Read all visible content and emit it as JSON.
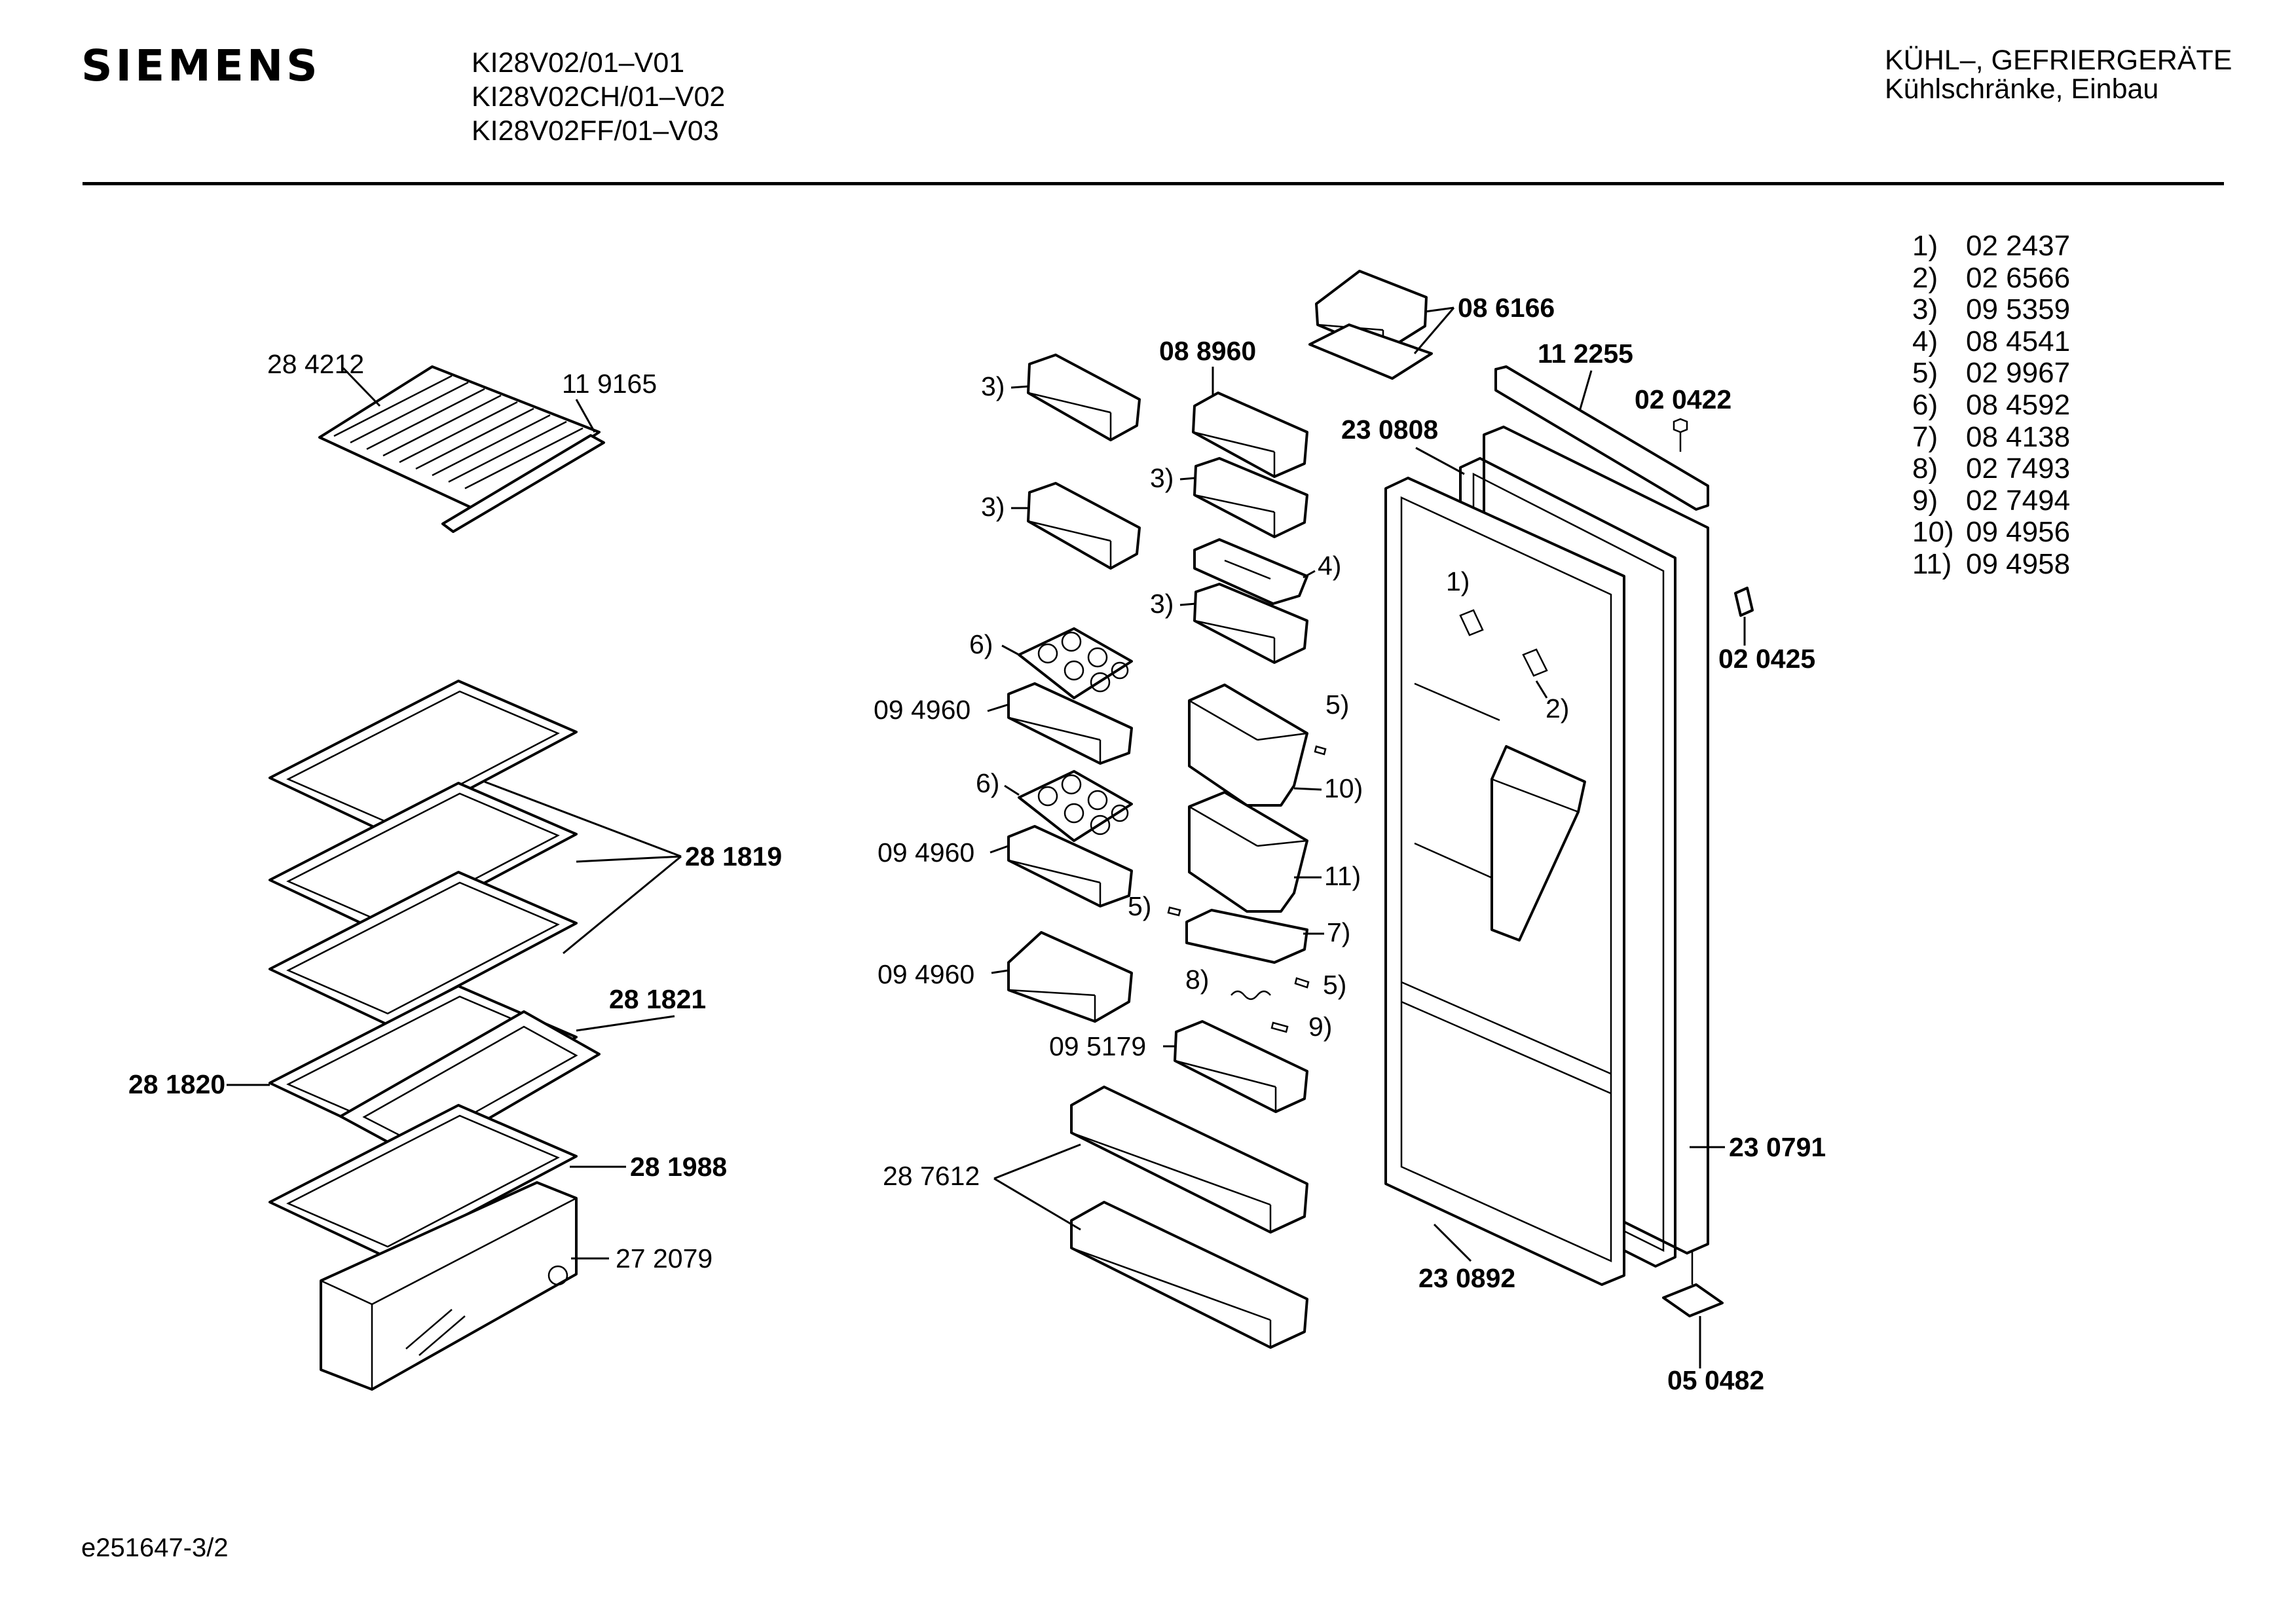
{
  "header": {
    "brand": "SIEMENS",
    "models": [
      "KI28V02/01–V01",
      "KI28V02CH/01–V02",
      "KI28V02FF/01–V03"
    ],
    "category": "KÜHL–, GEFRIERGERÄTE",
    "subcategory": "Kühlschränke, Einbau"
  },
  "legend": [
    {
      "index": "1)",
      "part": "02 2437"
    },
    {
      "index": "2)",
      "part": "02 6566"
    },
    {
      "index": "3)",
      "part": "09 5359"
    },
    {
      "index": "4)",
      "part": "08 4541"
    },
    {
      "index": "5)",
      "part": "02 9967"
    },
    {
      "index": "6)",
      "part": "08 4592"
    },
    {
      "index": "7)",
      "part": "08 4138"
    },
    {
      "index": "8)",
      "part": "02 7493"
    },
    {
      "index": "9)",
      "part": "02 7494"
    },
    {
      "index": "10)",
      "part": "09 4956"
    },
    {
      "index": "11)",
      "part": "09 4958"
    }
  ],
  "labels": {
    "grid_shelf": "28 4212",
    "grid_rail": "11 9165",
    "glass_shelf": "28 1819",
    "shelf_frame": "28 1821",
    "shelf_lower": "28 1820",
    "shelf_bottom": "28 1988",
    "crisper": "27 2079",
    "egg_tray_box": "09 4960",
    "egg_tray_box_2": "09 4960",
    "small_box": "09 4960",
    "butter_bin": "09 5179",
    "door_bins": "28 7612",
    "lid_top": "08 6166",
    "bin_top": "08 8960",
    "hinge_bar": "11 2255",
    "screw": "02 0422",
    "door_gasket": "23 0808",
    "clip": "02 0425",
    "door_frame": "23 0791",
    "door_liner": "23 0892",
    "bottom_hinge": "05 0482"
  },
  "callouts": {
    "c1": "1)",
    "c2": "2)",
    "c3a": "3)",
    "c3b": "3)",
    "c3c": "3)",
    "c3d": "3)",
    "c4": "4)",
    "c5a": "5)",
    "c5b": "5)",
    "c5c": "5)",
    "c6a": "6)",
    "c6b": "6)",
    "c7": "7)",
    "c8": "8)",
    "c9": "9)",
    "c10": "10)",
    "c11": "11)"
  },
  "footer": {
    "drawing_id": "e251647-3/2"
  }
}
